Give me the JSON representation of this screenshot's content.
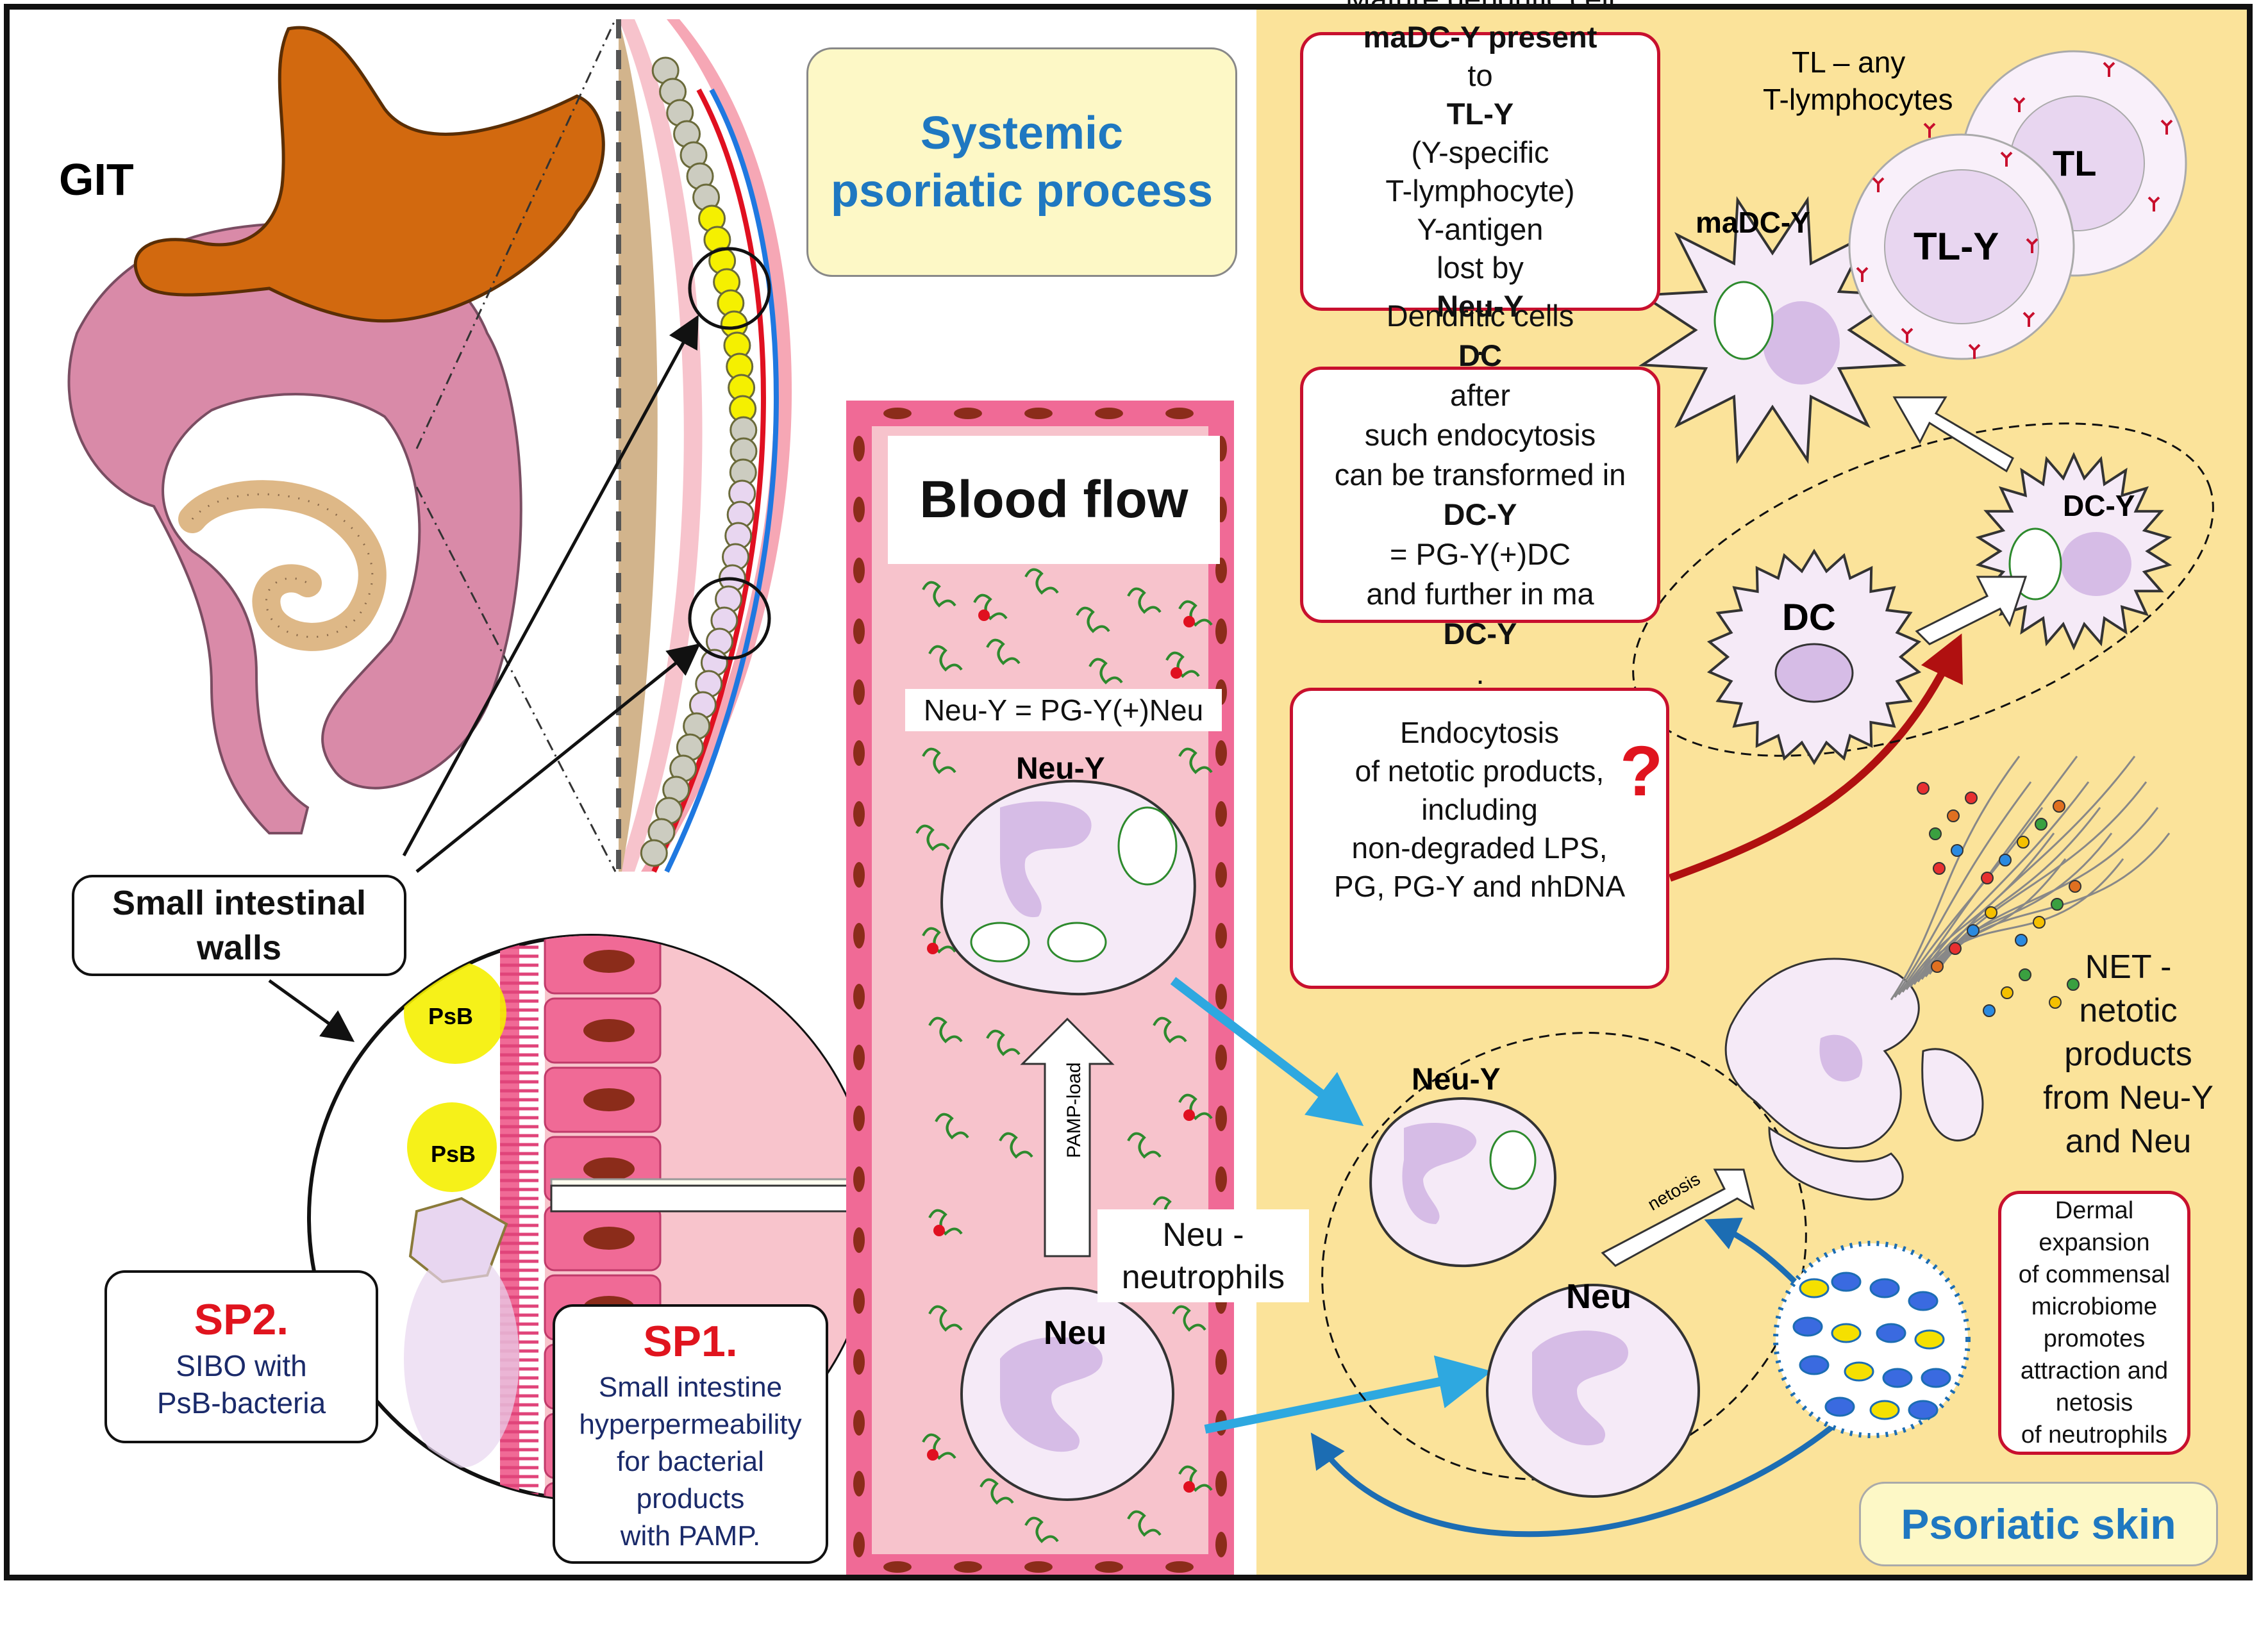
{
  "labels": {
    "git": "GIT",
    "systemic_line1": "Systemic",
    "systemic_line2": "psoriatic process",
    "blood_flow": "Blood flow",
    "neu_y_eq": "Neu-Y = PG-Y(+)Neu",
    "neu_y_blood": "Neu-Y",
    "neu_blood": "Neu",
    "pamp_load": "PAMP-load",
    "neu_neutrophils_1": "Neu -",
    "neu_neutrophils_2": "neutrophils",
    "small_walls_1": "Small intestinal",
    "small_walls_2": "walls",
    "psb_1": "PsB",
    "psb_2": "PsB",
    "sp2_title": "SP2.",
    "sp2_line1": "SIBO with",
    "sp2_line2": "PsB-bacteria",
    "sp1_title": "SP1.",
    "sp1_lines": [
      "Small intestine",
      "hyperpermeability",
      "for bacterial",
      "products",
      "with PAMP."
    ],
    "tl_any_1": "TL – any",
    "tl_any_2": "T-lymphocytes",
    "tl": "TL",
    "tl_y": "TL-Y",
    "madc_y": "maDC-Y",
    "dc_y": "DC-Y",
    "dc": "DC",
    "neu_y_skin": "Neu-Y",
    "neu_skin": "Neu",
    "netosis": "netosis",
    "net_lines": [
      "NET -",
      "netotic",
      "products",
      "from Neu-Y",
      "and Neu"
    ],
    "dermal_lines": [
      "Dermal",
      "expansion",
      "of commensal",
      "microbiome",
      "promotes",
      "attraction and",
      "netosis",
      "of neutrophils"
    ],
    "psoriatic_skin": "Psoriatic skin",
    "question_mark": "?"
  },
  "mature_box": {
    "l1": "Mature dendritic cell",
    "l2": "maDC-Y present",
    "l3a": "to ",
    "l3b": "TL-Y",
    "l3c": " (Y-specific",
    "l4": "T-lymphocyte)",
    "l5": "Y-antigen",
    "l6a": "lost by ",
    "l6b": "Neu-Y",
    "l6c": "."
  },
  "dc_box": {
    "l1a": "Dendritic cells ",
    "l1b": "DC",
    "l1c": " after",
    "l2": "such endocytosis",
    "l3": "can be transformed in",
    "l4a": "DC-Y",
    "l4b": " = PG-Y(+)DC",
    "l5a": "and further in ma",
    "l5b": "DC-Y",
    "l5c": "."
  },
  "endo_box": {
    "lines": [
      "Endocytosis",
      "of netotic products,",
      "including",
      "non-degraded LPS,",
      "PG, PG-Y and nhDNA"
    ]
  },
  "colors": {
    "red_title": "#e0141e",
    "blue_title": "#1f78c1",
    "box_border_red": "#c8102e",
    "skin_bg": "#fbe39a",
    "vessel": "#f6a7b5",
    "stomach": "#d2690f",
    "colon": "#d98aa8",
    "cell_fill": "#f5eaf7",
    "nucleus": "#d6bce6",
    "arrow_blue": "#2ea8e0",
    "arrow_red": "#b01010"
  }
}
